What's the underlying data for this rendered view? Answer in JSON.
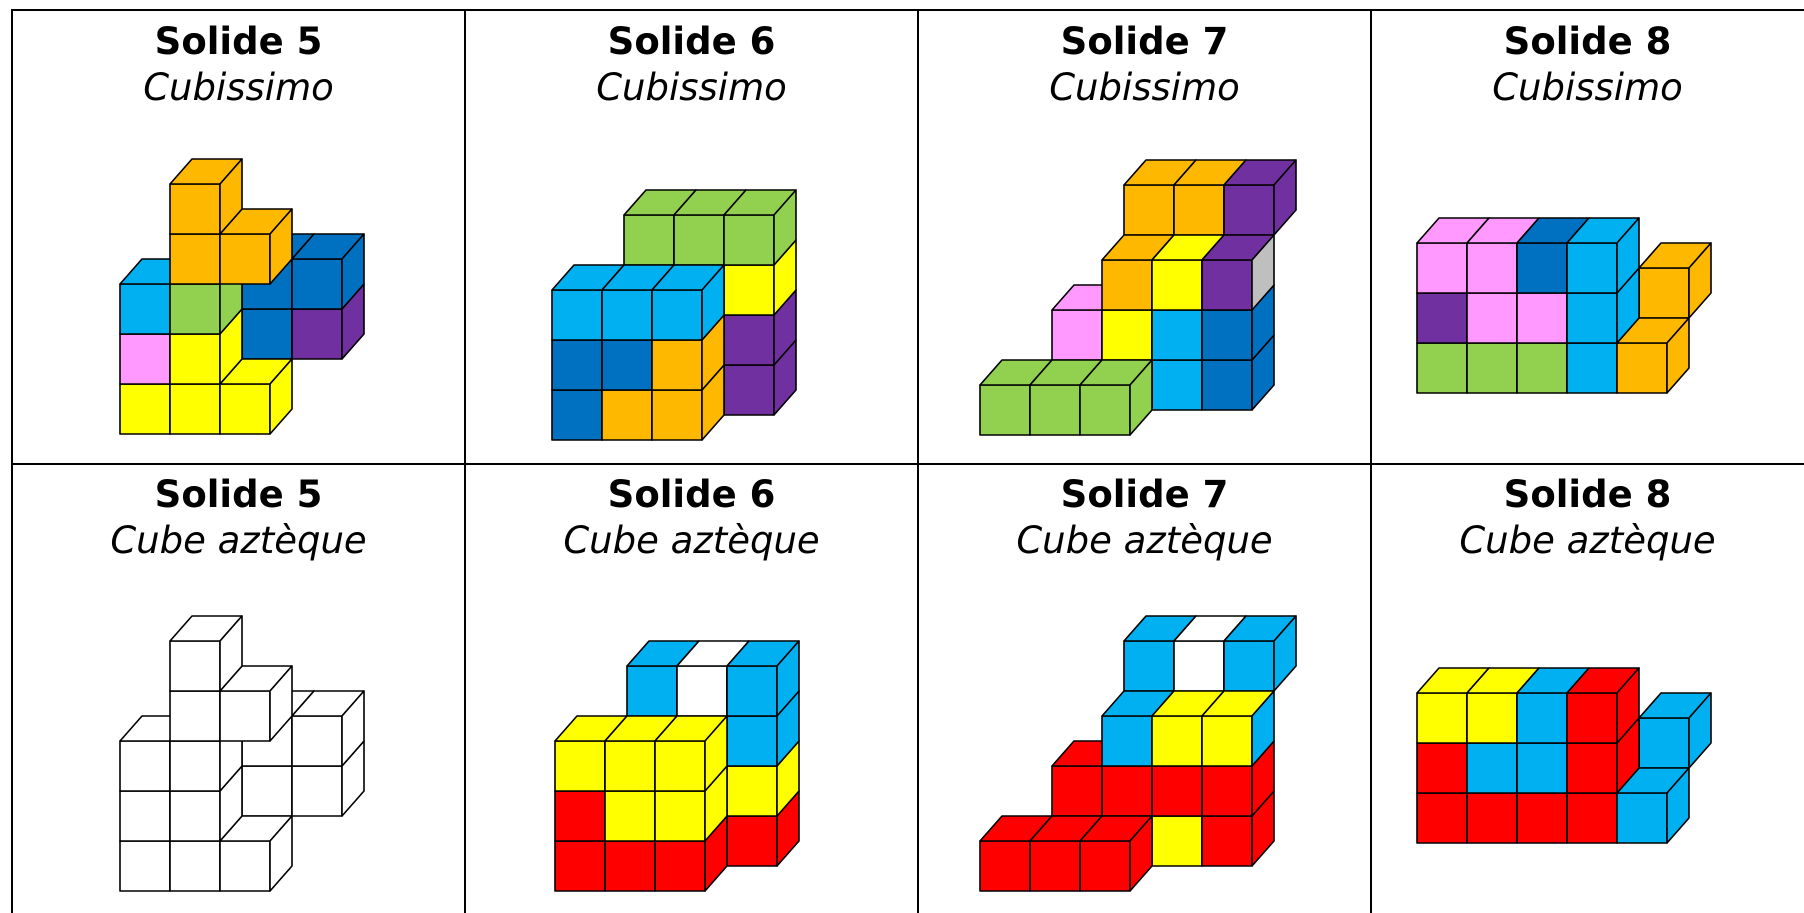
{
  "palette": {
    "orange": "#FFB800",
    "green": "#92D050",
    "light_blue": "#00B0F0",
    "dark_blue": "#0070C0",
    "yellow": "#FFFF00",
    "pink": "#FF99FF",
    "purple": "#7030A0",
    "grey": "#BFBFBF",
    "red": "#FF0000",
    "white": "#FFFFFF",
    "outline": "#000000"
  },
  "rows": [
    {
      "cells": [
        {
          "title": "Solide 5",
          "subtitle": "Cubissimo"
        },
        {
          "title": "Solide 6",
          "subtitle": "Cubissimo"
        },
        {
          "title": "Solide 7",
          "subtitle": "Cubissimo"
        },
        {
          "title": "Solide 8",
          "subtitle": "Cubissimo"
        }
      ]
    },
    {
      "cells": [
        {
          "title": "Solide 5",
          "subtitle": "Cube aztèque"
        },
        {
          "title": "Solide 6",
          "subtitle": "Cube aztèque"
        },
        {
          "title": "Solide 7",
          "subtitle": "Cube aztèque"
        },
        {
          "title": "Solide 8",
          "subtitle": "Cube aztèque"
        }
      ]
    }
  ]
}
